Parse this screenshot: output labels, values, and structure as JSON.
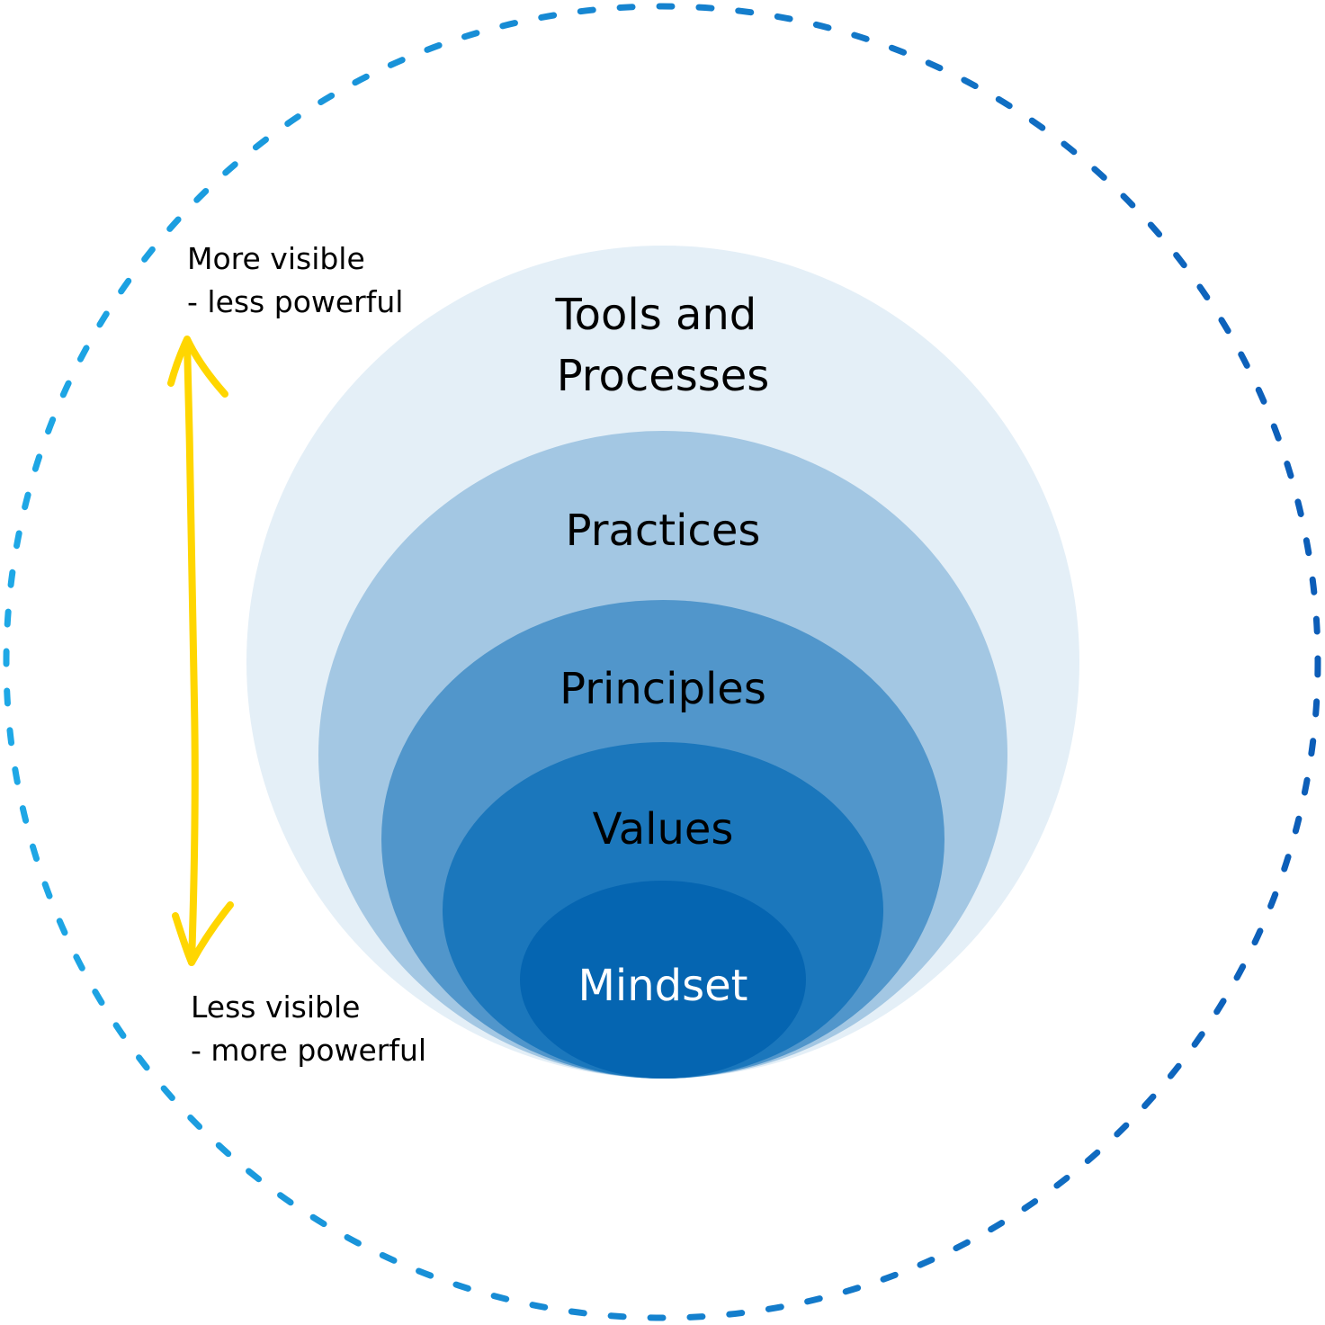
{
  "layers": [
    {
      "lines": [
        "Tools and",
        "Processes"
      ],
      "fill": "#E4EFF7",
      "text_color": "#000000"
    },
    {
      "lines": [
        "Practices"
      ],
      "fill": "#A3C7E3",
      "text_color": "#000000"
    },
    {
      "lines": [
        "Principles"
      ],
      "fill": "#5196CB",
      "text_color": "#000000"
    },
    {
      "lines": [
        "Values"
      ],
      "fill": "#1B77BC",
      "text_color": "#000000"
    },
    {
      "lines": [
        "Mindset"
      ],
      "fill": "#0565B1",
      "text_color": "#FFFFFF"
    }
  ],
  "top_label": {
    "line1": "More visible",
    "line2": "- less powerful"
  },
  "bottom_label": {
    "line1": "Less visible",
    "line2": "- more powerful"
  },
  "colors": {
    "arrow": "#FFD600",
    "outer_ring_start": "#1EA8E6",
    "outer_ring_end": "#0C5DB8"
  },
  "icons": {
    "arrow": "double-headed-arrow-icon"
  }
}
